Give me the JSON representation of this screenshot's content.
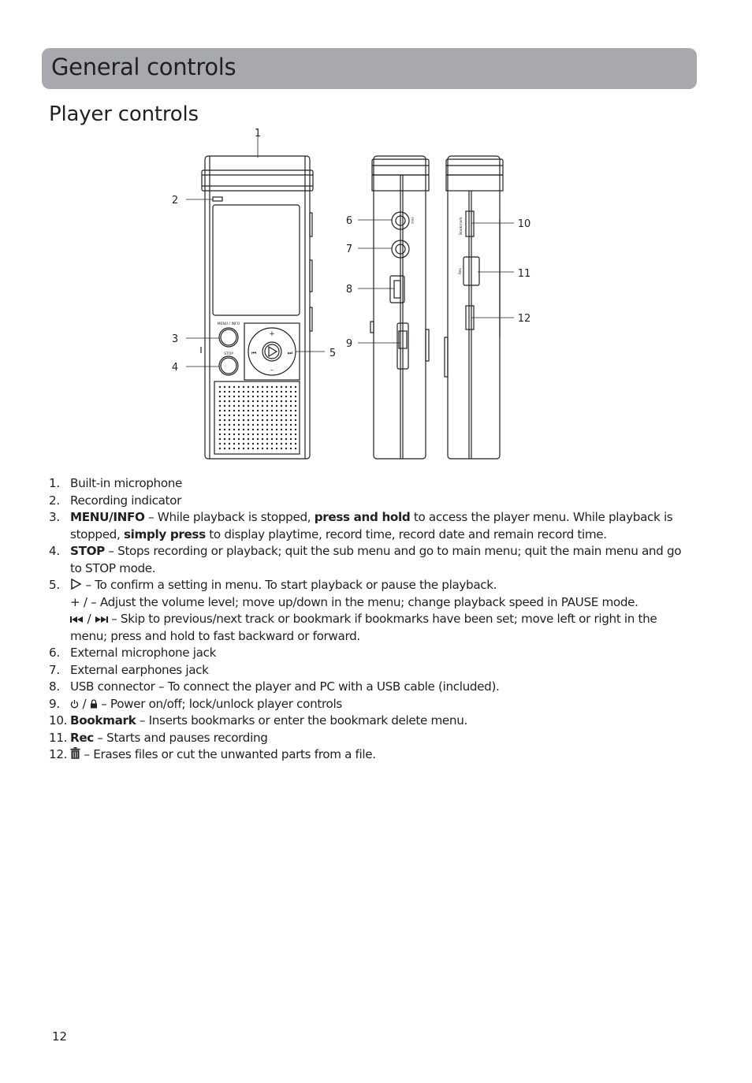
{
  "header": {
    "title": "General controls"
  },
  "section": {
    "title": "Player controls"
  },
  "diagram": {
    "callouts": [
      "1",
      "2",
      "3",
      "4",
      "5",
      "6",
      "7",
      "8",
      "9",
      "10",
      "11",
      "12"
    ],
    "labels": {
      "menu_info": "MENU / INFO",
      "stop": "STOP",
      "mic": "mic",
      "bookmark": "Bookmark",
      "rec": "Rec"
    }
  },
  "items": [
    {
      "num": "1.",
      "text": "Built-in microphone"
    },
    {
      "num": "2.",
      "text": "Recording indicator"
    },
    {
      "num": "3.",
      "b1": "MENU/INFO",
      "t1": " – While playback is stopped,  ",
      "b2": "press and hold",
      "t2": " to access the player menu. While playback is stopped, ",
      "b3": "simply press",
      "t3": " to display playtime, record time, record date and remain record time."
    },
    {
      "num": "4.",
      "b1": "STOP",
      "t1": " –  Stops recording or playback; quit the sub menu and go to main menu; quit the main menu and go to STOP mode."
    },
    {
      "num": "5.",
      "line1": " – To confirm a setting in menu. To start playback or pause the playback.",
      "line2": "+ / – Adjust the volume level; move up/down in the menu; change playback speed in PAUSE mode.",
      "slash": " / ",
      "line3": "  – Skip to previous/next track or bookmark if bookmarks have been set; move left or right in the menu; press and hold to fast backward or forward."
    },
    {
      "num": "6.",
      "text": "External microphone jack"
    },
    {
      "num": "7.",
      "text": "External earphones jack"
    },
    {
      "num": "8.",
      "text": "USB connector – To connect the player and PC with a USB cable (included)."
    },
    {
      "num": "9.",
      "slash": " / ",
      "text": " – Power on/off; lock/unlock player controls"
    },
    {
      "num": "10.",
      "b1": "Bookmark",
      "t1": " – Inserts bookmarks or enter the bookmark delete menu."
    },
    {
      "num": "11.",
      "b1": "Rec",
      "t1": " – Starts and pauses recording"
    },
    {
      "num": "12.",
      "t1": " – Erases files or cut the unwanted parts from a file."
    }
  ],
  "icons": [
    "play-icon",
    "previous-track-icon",
    "next-track-icon",
    "power-icon",
    "lock-icon",
    "trash-icon"
  ],
  "colors": {
    "header_bar": "#a7a9ac",
    "text": "#231f20"
  },
  "footer": {
    "page_number": "12"
  }
}
